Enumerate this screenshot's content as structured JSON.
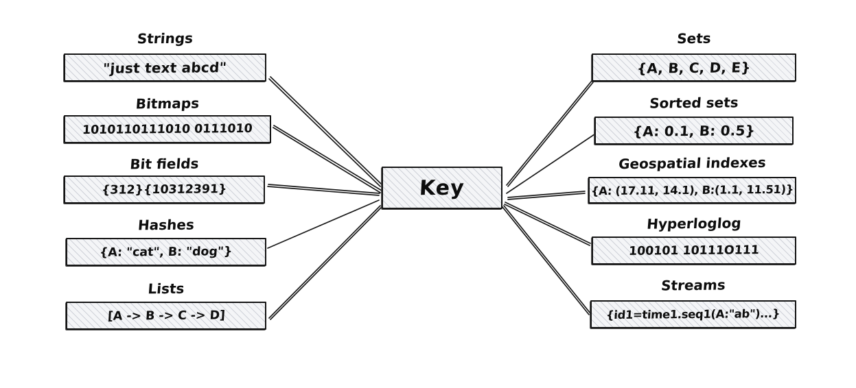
{
  "diagram": {
    "title": "Key",
    "center": {
      "label": "Key"
    },
    "left_branches": [
      {
        "caption": "Strings",
        "value": "\"just text abcd\""
      },
      {
        "caption": "Bitmaps",
        "value": "1010110111010 0111010"
      },
      {
        "caption": "Bit fields",
        "value": "{312}{10312391}"
      },
      {
        "caption": "Hashes",
        "value": "{A: \"cat\", B: \"dog\"}"
      },
      {
        "caption": "Lists",
        "value": "[A -> B -> C -> D]"
      }
    ],
    "right_branches": [
      {
        "caption": "Sets",
        "value": "{A, B, C, D, E}"
      },
      {
        "caption": "Sorted sets",
        "value": "{A: 0.1, B: 0.5}"
      },
      {
        "caption": "Geospatial indexes",
        "value": "{A: (17.11, 14.1), B:(1.1, 11.51)}"
      },
      {
        "caption": "Hyperloglog",
        "value": "100101 10111O111"
      },
      {
        "caption": "Streams",
        "value": "{id1=time1.seq1(A:\"ab\")...}"
      }
    ],
    "colors": {
      "stroke": "#141414",
      "fill": "#f4f5f7",
      "hatch": "#78809117",
      "background": "#ffffff"
    }
  }
}
